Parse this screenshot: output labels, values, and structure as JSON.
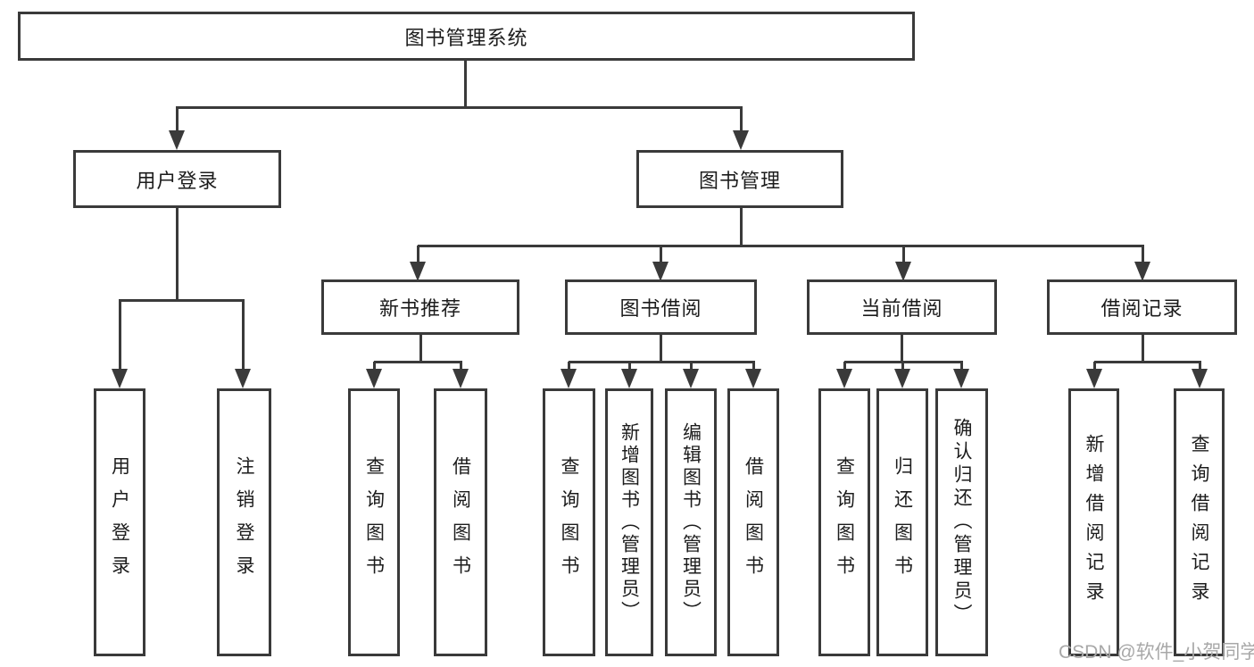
{
  "colors": {
    "line": "#3a3a3a",
    "text": "#1c1c1c",
    "watermark": "#a8a8a8",
    "background": "#ffffff"
  },
  "watermark": "CSDN @软件_小贺同学",
  "tree": {
    "root": {
      "label": "图书管理系统",
      "children": [
        {
          "label": "用户登录",
          "children": [
            {
              "label": "用户登录"
            },
            {
              "label": "注销登录"
            }
          ]
        },
        {
          "label": "图书管理",
          "children": [
            {
              "label": "新书推荐",
              "children": [
                {
                  "label": "查询图书"
                },
                {
                  "label": "借阅图书"
                }
              ]
            },
            {
              "label": "图书借阅",
              "children": [
                {
                  "label": "查询图书"
                },
                {
                  "label": "新增图书（管理员）"
                },
                {
                  "label": "编辑图书（管理员）"
                },
                {
                  "label": "借阅图书"
                }
              ]
            },
            {
              "label": "当前借阅",
              "children": [
                {
                  "label": "查询图书"
                },
                {
                  "label": "归还图书"
                },
                {
                  "label": "确认归还（管理员）"
                }
              ]
            },
            {
              "label": "借阅记录",
              "children": [
                {
                  "label": "新增借阅记录"
                },
                {
                  "label": "查询借阅记录"
                }
              ]
            }
          ]
        }
      ]
    }
  }
}
